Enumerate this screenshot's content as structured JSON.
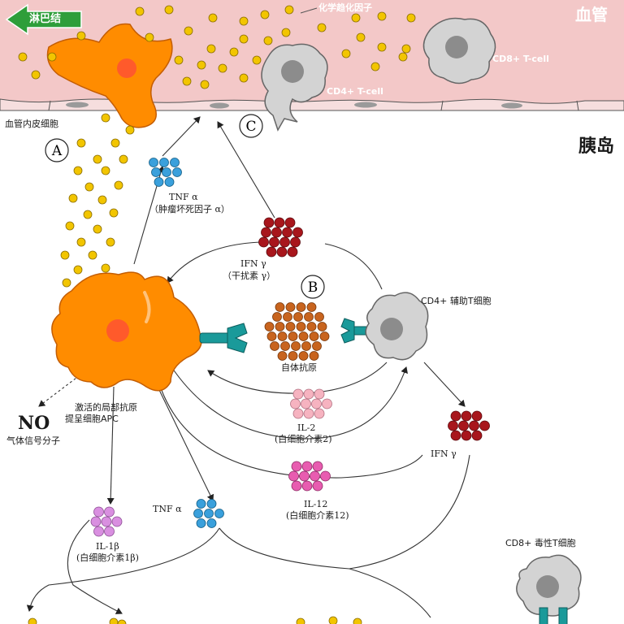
{
  "vessel": {
    "title": "血管",
    "lymph_label": "淋巴结",
    "chemokine_label": "化学趋化因子",
    "cd8_label": "CD8+ T-cell",
    "cd4_label": "CD4+ T-cell",
    "endothelium_label": "血管内皮细胞"
  },
  "islet_label": "胰岛",
  "markers": {
    "a": "A",
    "b": "B",
    "c": "C"
  },
  "cytokines": {
    "tnf_top_1": "TNF α",
    "tnf_top_2": "（肿瘤坏死因子 α）",
    "ifn_center_1": "IFN γ",
    "ifn_center_2": "（干扰素 γ）",
    "autoantigen": "自体抗原",
    "il2_1": "IL-2",
    "il2_2": "(白细胞介素2)",
    "il12_1": "IL-12",
    "il12_2": "(白细胞介素12)",
    "ifn_right": "IFN γ",
    "tnf_bottom": "TNF α",
    "il1b_1": "IL-1β",
    "il1b_2": "(白细胞介素1β)"
  },
  "cells": {
    "cd4_helper": "CD4+ 辅助T细胞",
    "apc_1": "激活的局部抗原",
    "apc_2": "提呈细胞APC",
    "cd8_cytotoxic": "CD8+ 毒性T细胞"
  },
  "no_signal": {
    "symbol": "NO",
    "desc": "气体信号分子"
  },
  "colors": {
    "vessel_bg": "#f3c8c8",
    "apc_orange": "#ff8c00",
    "chemokine_yellow": "#f2c500",
    "tnf_blue": "#3aa0dc",
    "ifn_red": "#a8161c",
    "autoantigen_brown": "#c8641e",
    "il2_pink": "#f6b3c0",
    "il12_magenta": "#e85cb0",
    "il1b_violet": "#d98fe0",
    "receptor_teal": "#1a9a9a",
    "tcell_gray": "#cfcfcf"
  }
}
